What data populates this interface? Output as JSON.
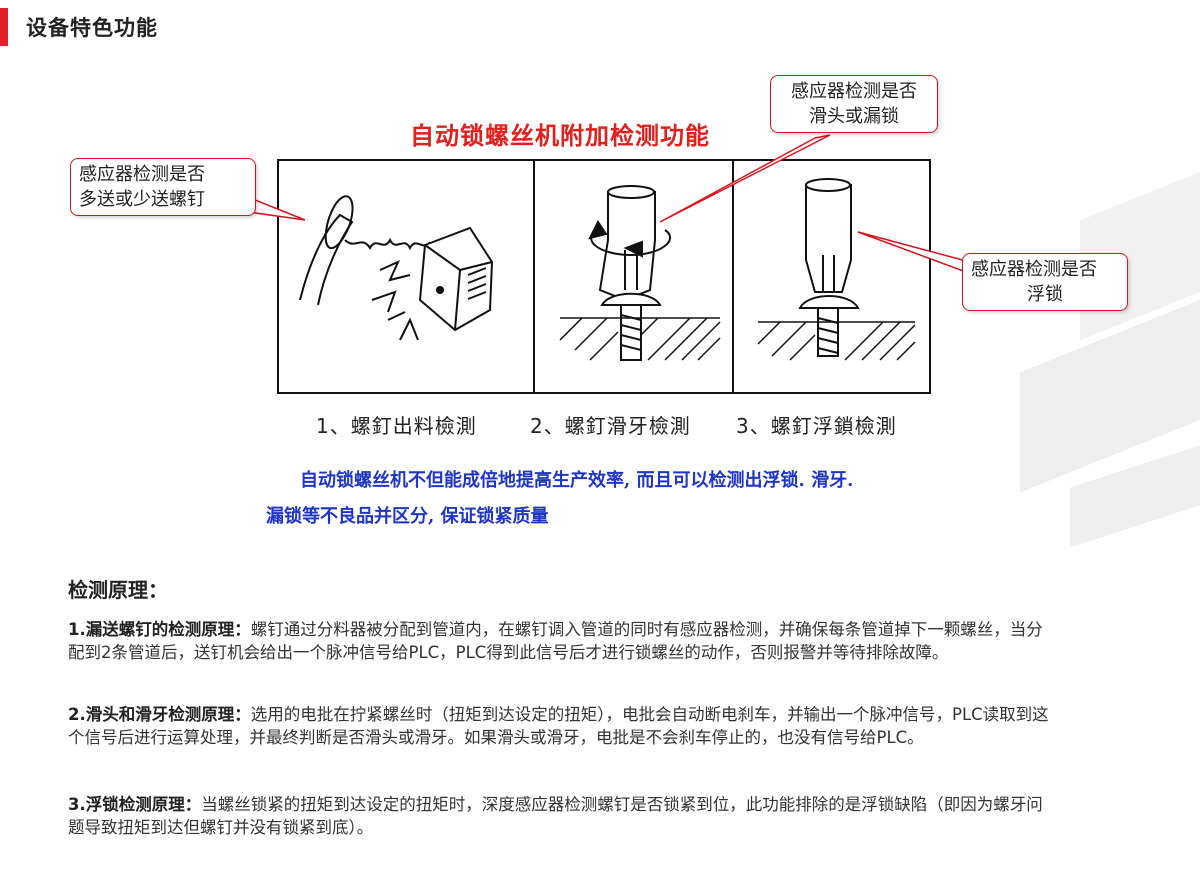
{
  "header": {
    "title": "设备特色功能"
  },
  "figure": {
    "title": "自动锁螺丝机附加检测功能",
    "callouts": {
      "left": {
        "line1": "感应器检测是否",
        "line2": "多送或少送螺钉"
      },
      "top": {
        "line1": "感应器检测是否",
        "line2": "滑头或漏锁"
      },
      "right": {
        "line1": "感应器检测是否",
        "line2": "浮锁"
      }
    },
    "captions": [
      "1、螺釘出料檢測",
      "2、螺釘滑牙檢測",
      "3、螺釘浮鎖檢測"
    ],
    "note_line1": "自动锁螺丝机不但能成倍地提高生产效率, 而且可以检测出浮锁. 滑牙.",
    "note_line2": "漏锁等不良品并区分, 保证锁紧质量"
  },
  "principles": {
    "title": "检测原理：",
    "items": [
      {
        "label": "1.漏送螺钉的检测原理：",
        "text": "螺钉通过分料器被分配到管道内，在螺钉调入管道的同时有感应器检测，并确保每条管道掉下一颗螺丝，当分配到2条管道后，送钉机会给出一个脉冲信号给PLC，PLC得到此信号后才进行锁螺丝的动作，否则报警并等待排除故障。"
      },
      {
        "label": "2.滑头和滑牙检测原理：",
        "text": "选用的电批在拧紧螺丝时（扭矩到达设定的扭矩），电批会自动断电刹车，并输出一个脉冲信号，PLC读取到这个信号后进行运算处理，并最终判断是否滑头或滑牙。如果滑头或滑牙，电批是不会刹车停止的，也没有信号给PLC。"
      },
      {
        "label": "3.浮锁检测原理：",
        "text": "当螺丝锁紧的扭矩到达设定的扭矩时，深度感应器检测螺钉是否锁紧到位，此功能排除的是浮锁缺陷（即因为螺牙问题导致扭矩到达但螺钉并没有锁紧到底）。"
      }
    ]
  },
  "colors": {
    "accent": "#e21f26",
    "figure_title": "#e0201c",
    "note": "#1f35c8"
  }
}
